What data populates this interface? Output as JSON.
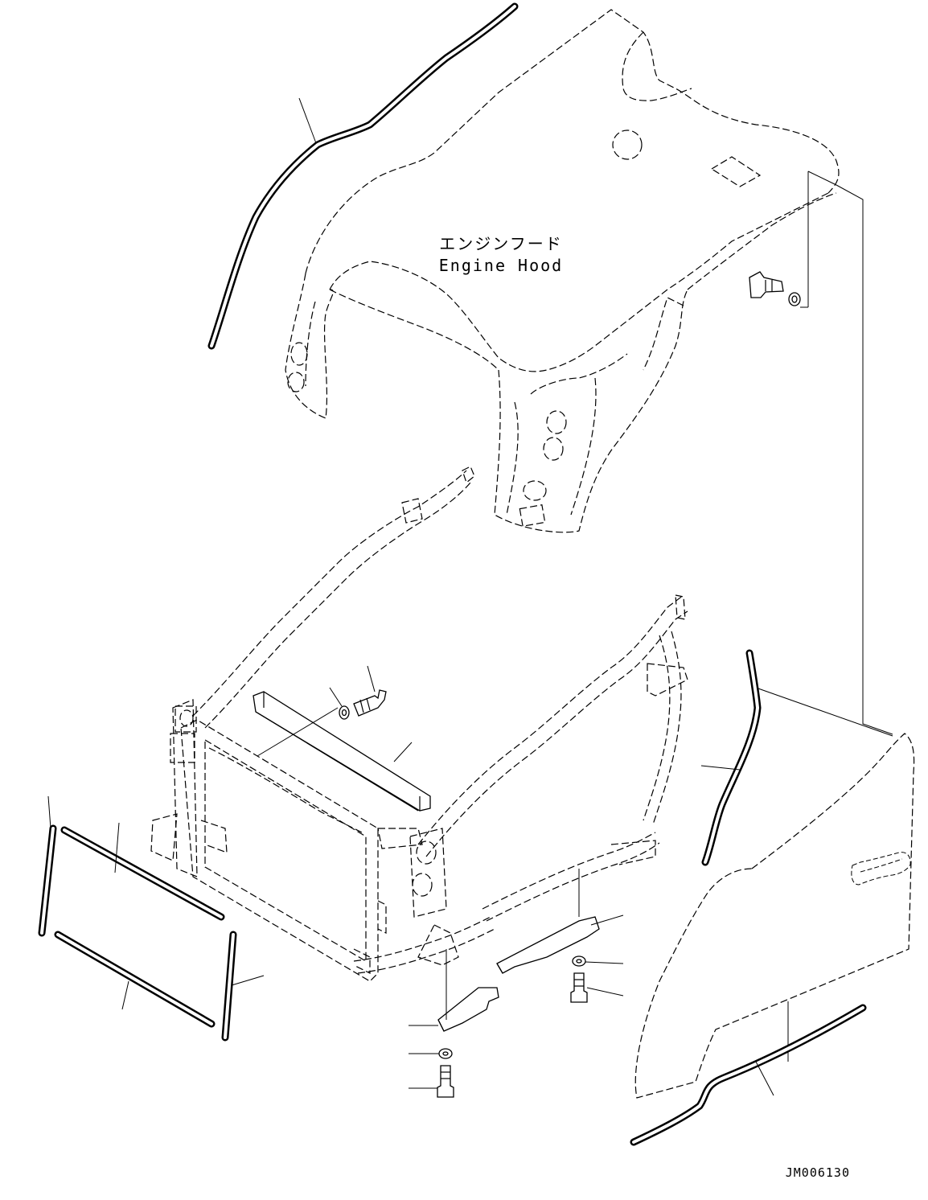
{
  "diagram": {
    "hood_label_ja": "エンジンフード",
    "hood_label_en": "Engine Hood",
    "drawing_number": "JM006130"
  }
}
